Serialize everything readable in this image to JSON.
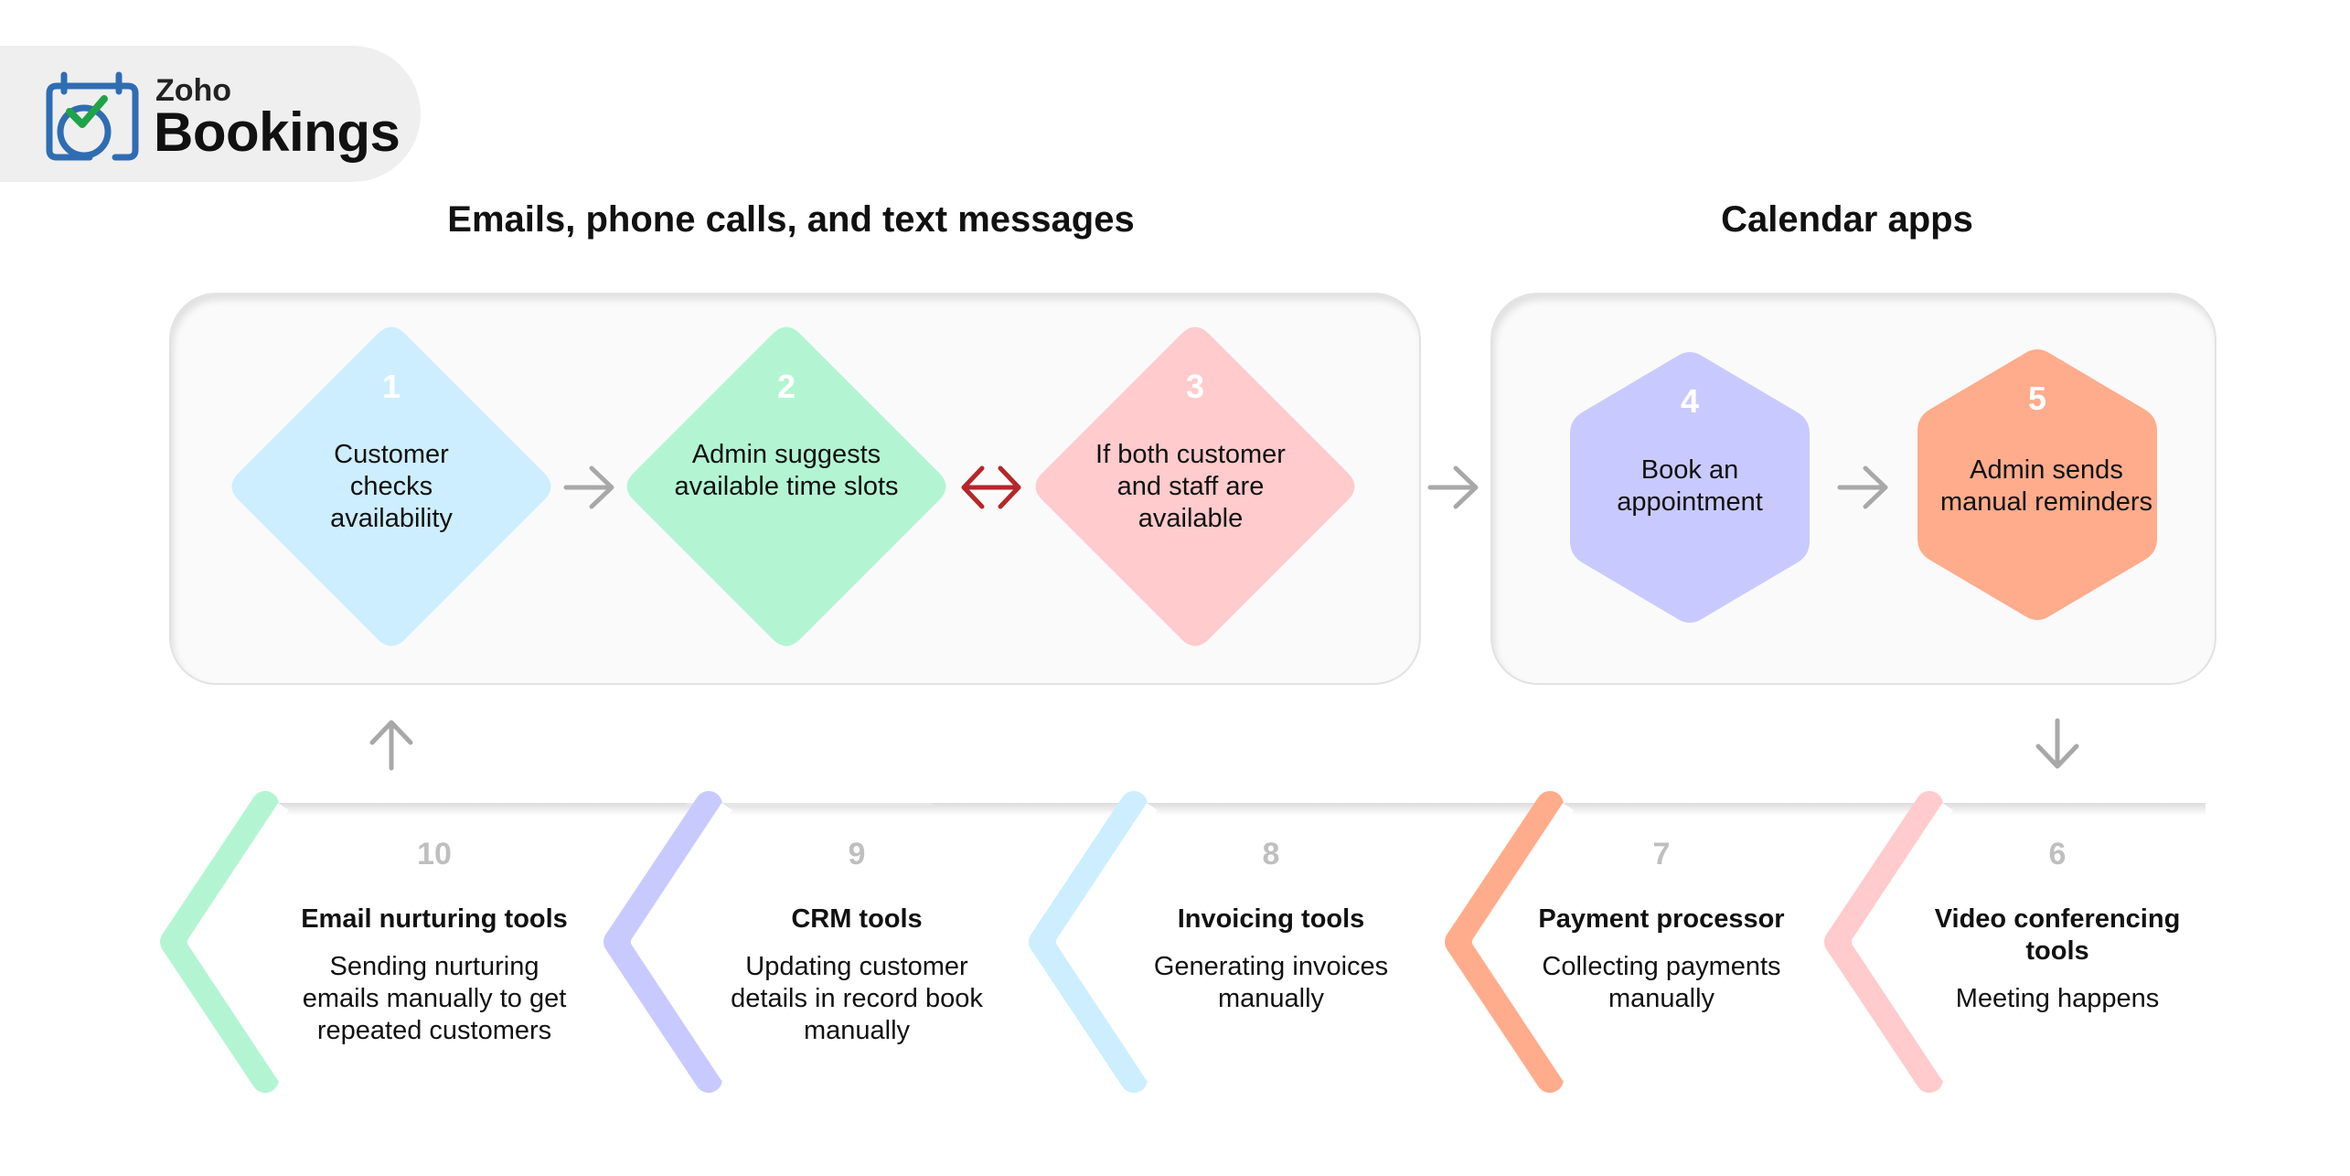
{
  "logo": {
    "brand_small": "Zoho",
    "brand_big": "Bookings"
  },
  "sections": {
    "left_title": "Emails, phone calls, and text messages",
    "right_title": "Calendar apps"
  },
  "top_steps": [
    {
      "number": "1",
      "label": "Customer checks availability",
      "color": "#cdeefe"
    },
    {
      "number": "2",
      "label": "Admin suggests available time slots",
      "color": "#b3f5d2"
    },
    {
      "number": "3",
      "label": "If both customer and staff are available",
      "color": "#ffcbcc"
    },
    {
      "number": "4",
      "label": "Book an appointment",
      "color": "#c8caff"
    },
    {
      "number": "5",
      "label": "Admin sends manual reminders",
      "color": "#ffac8c"
    }
  ],
  "bottom_steps": [
    {
      "number": "10",
      "title": "Email nurturing tools",
      "desc": "Sending nurturing emails manually to get repeated customers",
      "color": "#b3f5d2"
    },
    {
      "number": "9",
      "title": "CRM tools",
      "desc": "Updating customer details in record book manually",
      "color": "#c8caff"
    },
    {
      "number": "8",
      "title": "Invoicing tools",
      "desc": "Generating invoices manually",
      "color": "#cdeefe"
    },
    {
      "number": "7",
      "title": "Payment processor",
      "desc": "Collecting payments manually",
      "color": "#ffac8c"
    },
    {
      "number": "6",
      "title": "Video conferencing tools",
      "desc": "Meeting happens",
      "color": "#ffcbcc"
    }
  ],
  "colors": {
    "arrow_gray": "#a8a8a8",
    "arrow_red": "#b5272a",
    "logo_blue": "#2f6db3",
    "logo_green": "#1fa34a"
  }
}
